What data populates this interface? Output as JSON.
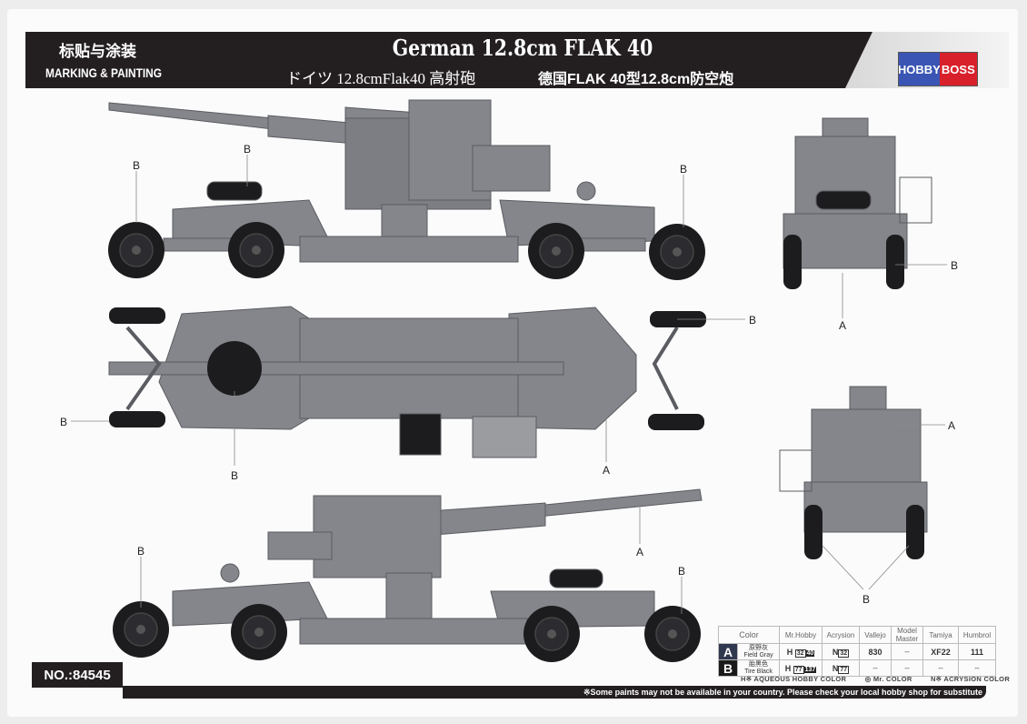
{
  "header": {
    "cn_title": "标贴与涂装",
    "en_title": "MARKING & PAINTING",
    "main_title": "German 12.8cm FLAK 40",
    "jp_subtitle": "ドイツ 12.8cmFlak40 高射砲",
    "cn_subtitle": "德国FLAK 40型12.8cm防空炮",
    "logo_left": "HOBBY",
    "logo_right": "BOSS"
  },
  "labels": {
    "a": "A",
    "b": "B"
  },
  "product_no": "NO.:84545",
  "color_table": {
    "headers": [
      "Color",
      "Mr.Hobby",
      "Acrysion",
      "Vallejo",
      "Model Master",
      "Tamiya",
      "Humbrol"
    ],
    "rows": [
      {
        "letter": "A",
        "cn": "原野灰",
        "name": "Field Gray",
        "mr_hobby_h": "H",
        "mr_hobby_1": "32",
        "mr_hobby_2": "40",
        "acrysion_n": "N",
        "acrysion": "32",
        "vallejo": "830",
        "model_master": "--",
        "tamiya": "XF22",
        "humbrol": "111"
      },
      {
        "letter": "B",
        "cn": "胎黑色",
        "name": "Tire Black",
        "mr_hobby_h": "H",
        "mr_hobby_1": "77",
        "mr_hobby_2": "137",
        "acrysion_n": "N",
        "acrysion": "77",
        "vallejo": "--",
        "model_master": "--",
        "tamiya": "--",
        "humbrol": "--"
      }
    ],
    "legend": [
      "H※ AQUEOUS HOBBY COLOR",
      "◎ Mr. COLOR",
      "N※ ACRYSION COLOR"
    ]
  },
  "footer_note": "※Some paints may not be available in your country. Please check your local hobby shop for substitute",
  "colors": {
    "field_gray": "#7e8086",
    "tire_black": "#1c1c1e",
    "header_bg": "#231f20"
  }
}
